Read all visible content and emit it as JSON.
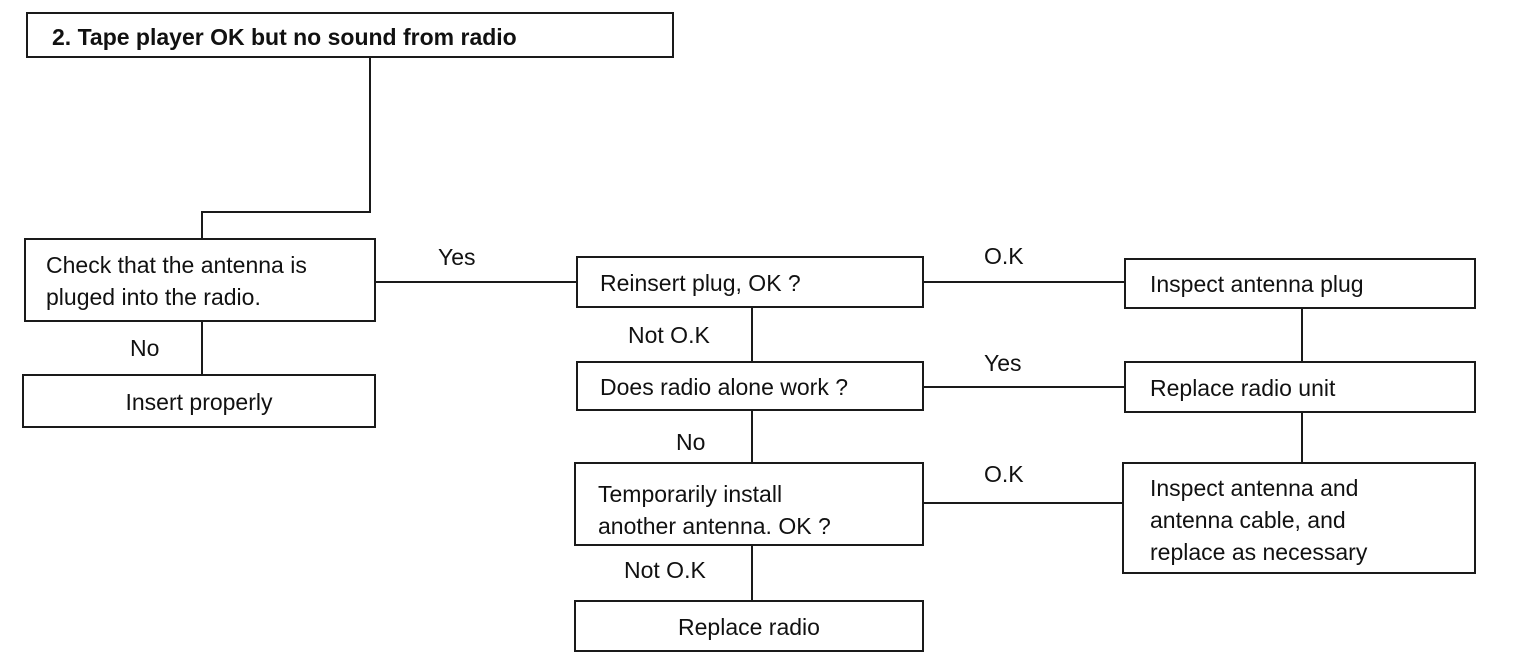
{
  "title": "2. Tape player OK but no sound from radio",
  "nodes": {
    "check_antenna": "Check that the antenna is\npluged into the radio.",
    "insert_properly": "Insert properly",
    "reinsert_plug": "Reinsert plug, OK ?",
    "radio_alone": "Does radio alone work ?",
    "temp_antenna": "Temporarily install\nanother antenna. OK ?",
    "replace_radio": "Replace radio",
    "inspect_plug": "Inspect antenna plug",
    "replace_unit": "Replace radio unit",
    "inspect_cable": "Inspect antenna and\nantenna cable, and\nreplace as necessary"
  },
  "edges": {
    "yes_1": "Yes",
    "no_1": "No",
    "ok_1": "O.K",
    "not_ok_1": "Not O.K",
    "yes_2": "Yes",
    "no_2": "No",
    "ok_2": "O.K",
    "not_ok_2": "Not O.K"
  }
}
